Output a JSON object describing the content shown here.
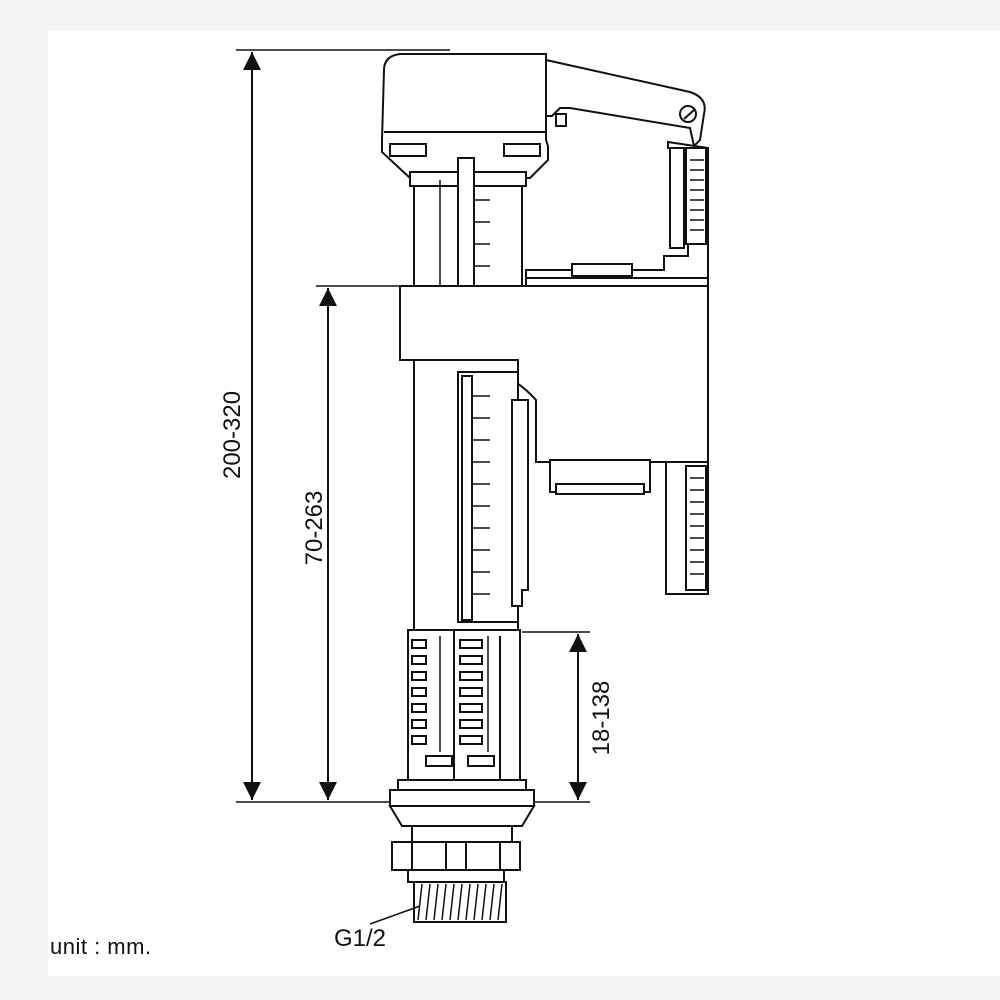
{
  "dimensions": {
    "overall_height": "200-320",
    "adjust_range": "70-263",
    "lower_range": "18-138"
  },
  "thread_label": "G1/2",
  "unit_label": "unit : mm."
}
